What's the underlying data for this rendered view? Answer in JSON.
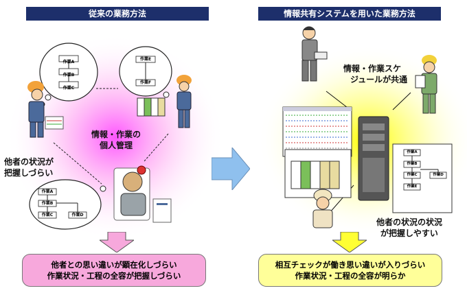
{
  "left": {
    "header": "従来の業務方法",
    "center_text": [
      "情報・作業の",
      "個人管理"
    ],
    "side_text": [
      "他者の状況が",
      "把握しづらい"
    ],
    "result": [
      "他者との思い違いが顕在化しづらい",
      "作業状況・工程の全容が把握しづらい"
    ],
    "flow_top_left": [
      "作業A",
      "作業B",
      "作業C"
    ],
    "flow_top_right": [
      "作業E",
      "作業F"
    ],
    "flow_bottom": [
      "作業A",
      "作業B",
      "作業C",
      "作業D"
    ]
  },
  "right": {
    "header": "情報共有システムを用いた業務方法",
    "top_text": [
      "情報・作業スケ",
      "ジュールが共通"
    ],
    "side_text": [
      "他者の状況の状況",
      "が把握しやすい"
    ],
    "result": [
      "相互チェックが働き思い違いが入りづらい",
      "作業状況・工程の全容が明らか"
    ],
    "flow_right": [
      "作業A",
      "作業B",
      "作業C",
      "作業D",
      "作業E"
    ]
  },
  "colors": {
    "header_bg": "#1d2f6b",
    "left_result_bg": "#f7a8dc",
    "right_result_bg": "#ffff99",
    "arrow_left": "#f7a8dc",
    "arrow_right": "#ffff33",
    "center_arrow": "#8fc0ee"
  }
}
